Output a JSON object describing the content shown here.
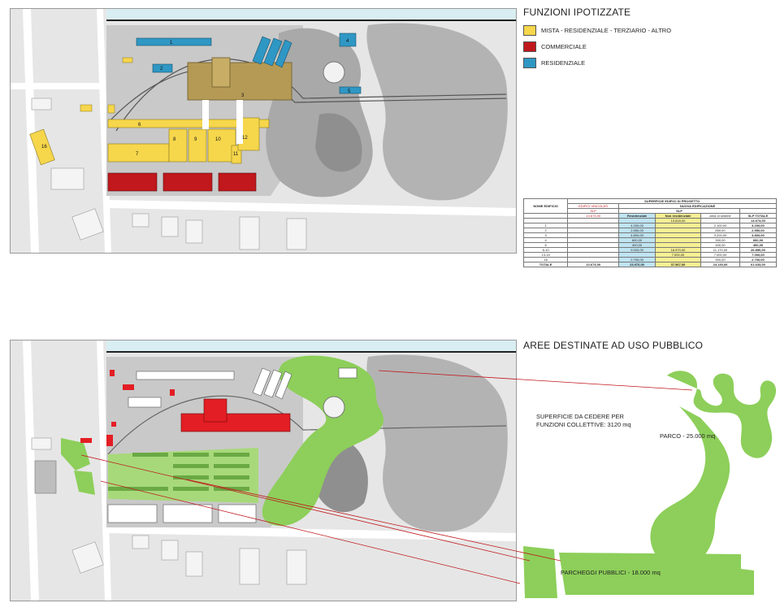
{
  "headings": {
    "functions": "FUNZIONI IPOTIZZATE",
    "public_areas": "AREE DESTINATE AD USO PUBBLICO"
  },
  "legend": [
    {
      "label": "MISTA - RESIDENZIALE - TERZIARIO - ALTRO",
      "color": "#f6d64b"
    },
    {
      "label": "COMMERCIALE",
      "color": "#c0181c"
    },
    {
      "label": "RESIDENZIALE",
      "color": "#2f97c4"
    }
  ],
  "colors": {
    "mixed": "#f6d64b",
    "commercial": "#c0181c",
    "residential": "#2f97c4",
    "green": "#8dcf5a",
    "road": "#c8c8c8",
    "lot": "#bdbdbd",
    "water": "#d9eef2",
    "existing": "#b59a55"
  },
  "building_numbers": [
    "1",
    "2",
    "3",
    "4",
    "5",
    "6",
    "7",
    "8",
    "9",
    "10",
    "11",
    "12",
    "16"
  ],
  "table": {
    "title": "SUPERFICIE EDIFICI DI PROGETTO",
    "col_name": "NOME EDIFICIO",
    "col_bound": "EDIFICI VINCOLATI",
    "col_new": "NUOVA EDIFICAZIONE",
    "slp": "SLP",
    "col_res": "Residenziale",
    "col_nonres": "Non residenziale",
    "col_ground": "area di sedime",
    "col_total": "SLP TOTALE",
    "head_values": {
      "bound": "13.673,00",
      "nonres": "13.816,00",
      "total": "13.673,00"
    },
    "rows": [
      {
        "name": "1",
        "res": "4.200,00",
        "nonres": "",
        "ground": "2.100,00",
        "total": "4.200,00"
      },
      {
        "name": "2",
        "res": "2.550,00",
        "nonres": "",
        "ground": "850,00",
        "total": "2.550,00"
      },
      {
        "name": "3",
        "res": "4.800,00",
        "nonres": "",
        "ground": "3.200,00",
        "total": "4.800,00"
      },
      {
        "name": "4",
        "res": "600,00",
        "nonres": "",
        "ground": "300,00",
        "total": "600,00"
      },
      {
        "name": "5",
        "res": "400,00",
        "nonres": "",
        "ground": "400,00",
        "total": "400,00"
      },
      {
        "name": "6-10",
        "res": "9.920,00",
        "nonres": "16.970,00",
        "ground": "11.170,00",
        "total": "26.890,00"
      },
      {
        "name": "13-15",
        "res": "",
        "nonres": "7.000,00",
        "ground": "7.000,00",
        "total": "7.000,00"
      },
      {
        "name": "16",
        "res": "2.700,00",
        "nonres": "",
        "ground": "900,00",
        "total": "2.700,00"
      }
    ],
    "total": {
      "name": "TOTALE",
      "bound": "13.673,00",
      "res": "23.970,00",
      "nonres": "37.567,00",
      "ground": "24.130,00",
      "total": "61.633,00"
    }
  },
  "annotations": {
    "cede_line1": "SUPERFICIE DA CEDERE PER",
    "cede_line2": "FUNZIONI COLLETTIVE: 3120 mq",
    "parco": "PARCO  - 25.000 mq",
    "parcheggi": "PARCHEGGI PUBBLICI - 18.000 mq"
  }
}
